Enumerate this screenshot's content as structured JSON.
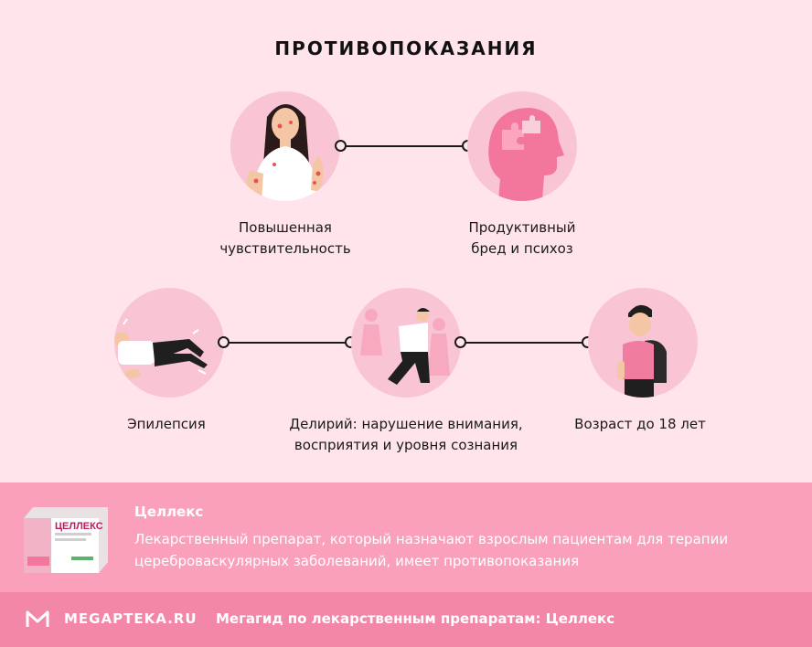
{
  "title": "ПРОТИВОПОКАЗАНИЯ",
  "items": [
    {
      "line1": "Повышенная",
      "line2": "чувствительность"
    },
    {
      "line1": "Продуктивный",
      "line2": "бред и психоз"
    },
    {
      "line1": "Эпилепсия",
      "line2": ""
    },
    {
      "line1": "Делирий: нарушение внимания,",
      "line2": "восприятия и уровня сознания"
    },
    {
      "line1": "Возраст до 18 лет",
      "line2": ""
    }
  ],
  "info": {
    "name": "Целлекс",
    "desc_line1": "Лекарственный препарат, который назначают взрослым пациентам для терапии",
    "desc_line2": "цереброваскулярных заболеваний, имеет противопоказания",
    "pack_label": "ЦЕЛЛЕКС"
  },
  "footer": {
    "brand": "MEGAPTEKA.RU",
    "text": "Мегагид по лекарственным препаратам: Целлекс"
  },
  "colors": {
    "background": "#ffe4ec",
    "circle": "#f9c5d4",
    "accent": "#f3769c",
    "info_band": "#fba0bb",
    "footer_band": "#f387a7"
  }
}
